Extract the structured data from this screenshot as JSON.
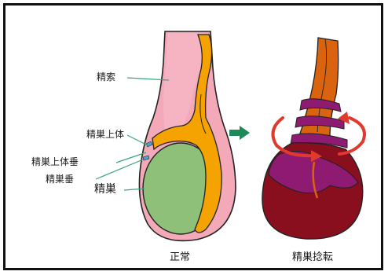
{
  "labels": {
    "spermatic_cord": "精索",
    "epididymis": "精巣上体",
    "appendix_epididymis": "精巣上体垂",
    "appendix_testis": "精巣垂",
    "testis": "精巣"
  },
  "captions": {
    "normal": "正常",
    "torsion": "精巣捻転"
  },
  "colors": {
    "cord_pink": "#f4a9b9",
    "outline_dark": "#222222",
    "epididymis_orange": "#f5a300",
    "testis_green": "#8fc07a",
    "arrow_green": "#1e8a5a",
    "torsion_orange": "#d9630e",
    "torsion_purple": "#8e1a72",
    "torsion_darkred": "#8a0f1e",
    "rotation_red": "#e03a2e",
    "appendage_blue": "#4aa3d8"
  },
  "icons": {
    "transition_arrow": "right-arrow-icon",
    "rotation_arrows": "rotation-arrows-icon"
  }
}
